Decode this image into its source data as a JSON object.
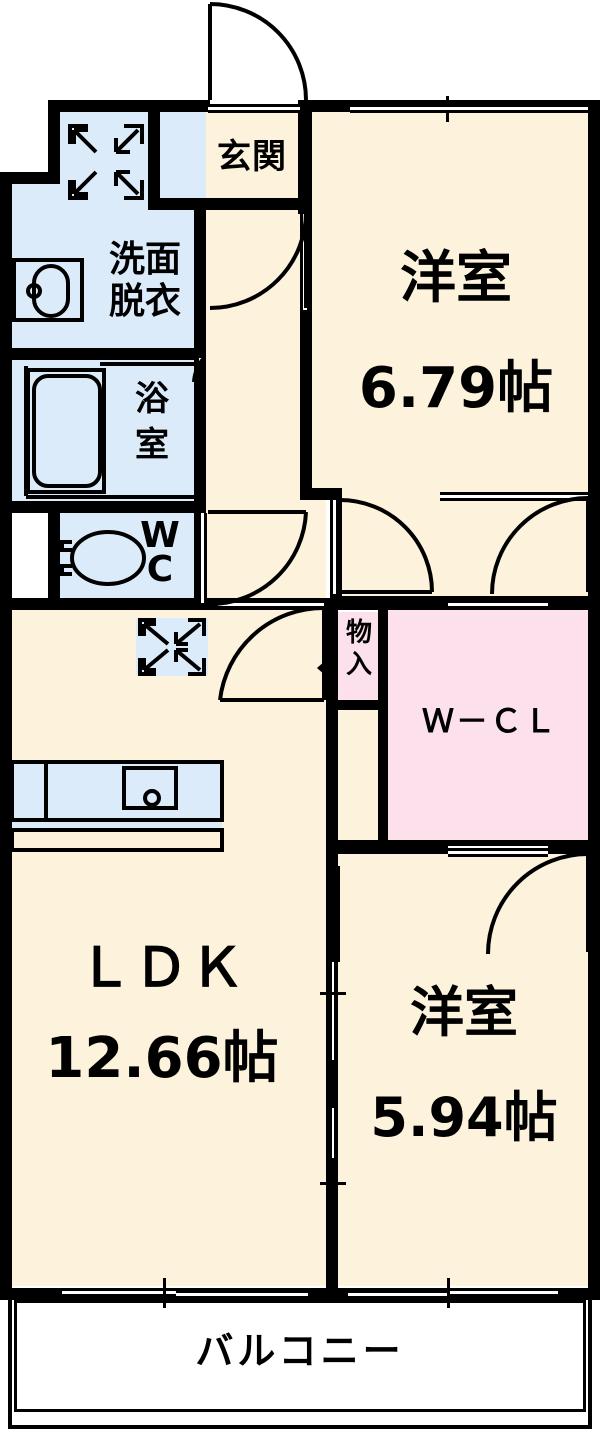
{
  "plan": {
    "title_visible": false,
    "colors": {
      "room_floor": "#FDF3DC",
      "wet_area": "#DCEBFA",
      "closet": "#FCE0EB",
      "wall": "#000000",
      "background": "#FFFFFF"
    },
    "rooms": [
      {
        "id": "genkan",
        "label": "玄関",
        "size": "",
        "icon": "entrance"
      },
      {
        "id": "senmen",
        "label_line1": "洗面",
        "label_line2": "脱衣",
        "icon": "washroom"
      },
      {
        "id": "yokushitsu",
        "label_line1": "浴",
        "label_line2": "室",
        "icon": "bathroom"
      },
      {
        "id": "wc",
        "label_line1": "W",
        "label_line2": "C",
        "icon": "toilet"
      },
      {
        "id": "washitsu_north",
        "label": "洋室",
        "size": "6.79帖",
        "icon": "bedroom"
      },
      {
        "id": "washitsu_south",
        "label": "洋室",
        "size": "5.94帖",
        "icon": "bedroom"
      },
      {
        "id": "ldk",
        "label": "ＬＤＫ",
        "size": "12.66帖",
        "icon": "living-dining-kitchen"
      },
      {
        "id": "wcl",
        "label": "Ｗ－ＣＬ",
        "size": "",
        "icon": "walk-in-closet"
      },
      {
        "id": "monoire",
        "label_line1": "物",
        "label_line2": "入",
        "icon": "storage"
      },
      {
        "id": "balcony",
        "label": "バルコニー",
        "size": "",
        "icon": "balcony"
      }
    ],
    "fixtures": [
      {
        "id": "washing-machine-space",
        "symbol": "four-arrows"
      },
      {
        "id": "washing-machine-space-2",
        "symbol": "four-arrows"
      },
      {
        "id": "washbasin",
        "symbol": "basin"
      },
      {
        "id": "bathtub",
        "symbol": "tub"
      },
      {
        "id": "toilet-bowl",
        "symbol": "wc-bowl"
      },
      {
        "id": "kitchen-counter",
        "symbol": "counter-with-sink"
      },
      {
        "id": "shoe-box",
        "symbol": "box"
      }
    ],
    "doors": [
      {
        "id": "entrance-door",
        "type": "swing"
      },
      {
        "id": "genkan-hall-door",
        "type": "swing"
      },
      {
        "id": "wc-door",
        "type": "swing"
      },
      {
        "id": "bathroom-door",
        "type": "swing"
      },
      {
        "id": "hall-ldk-door",
        "type": "swing"
      },
      {
        "id": "bedroom-north-door-a",
        "type": "swing"
      },
      {
        "id": "bedroom-north-door-b",
        "type": "swing"
      },
      {
        "id": "bedroom-south-door",
        "type": "swing"
      },
      {
        "id": "ldk-bedroom-sliding",
        "type": "sliding"
      },
      {
        "id": "balcony-window-ldk",
        "type": "sliding-window"
      },
      {
        "id": "balcony-window-bedroom",
        "type": "sliding-window"
      }
    ]
  }
}
